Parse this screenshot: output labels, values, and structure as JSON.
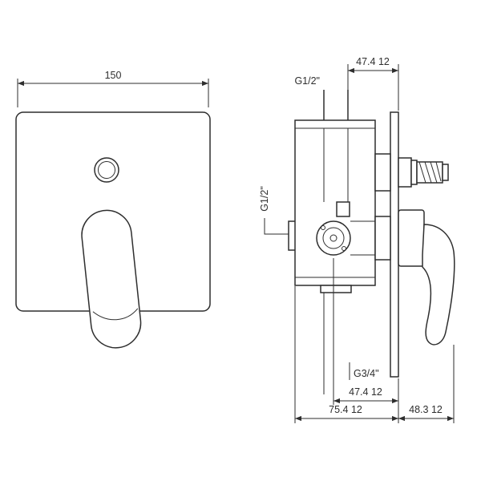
{
  "colors": {
    "line": "#2e2e2e",
    "background": "#ffffff"
  },
  "front_view": {
    "width_label": "150"
  },
  "side_view": {
    "top_width_label": "47.4 12",
    "top_inlet_label": "G1/2\"",
    "side_inlet_label": "G1/2\"",
    "outlet_label": "G3/4\"",
    "center_to_plate_label": "47.4 12",
    "body_depth_label": "75.4 12",
    "handle_depth_label": "48.3 12"
  }
}
